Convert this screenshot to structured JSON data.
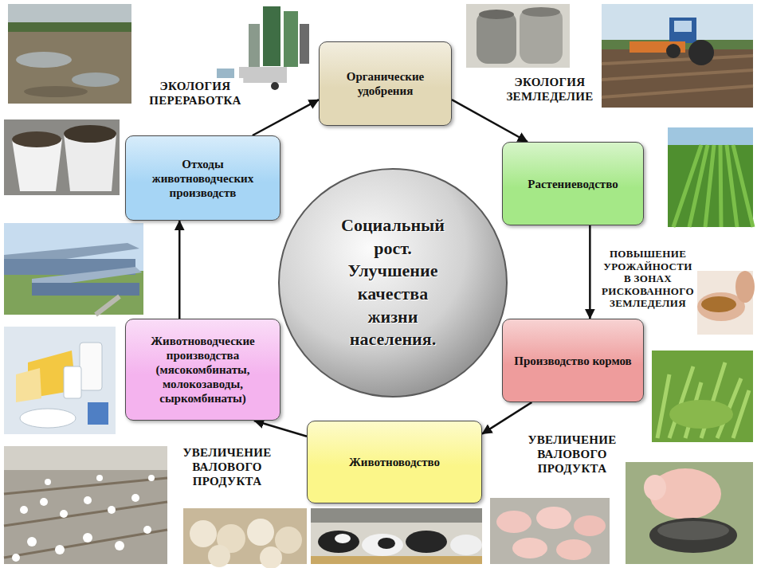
{
  "diagram": {
    "nodes": [
      {
        "text": [
          "Органические удобрения"
        ]
      },
      {
        "text": [
          "Отходы животноводческих производств"
        ]
      },
      {
        "text": [
          "Растениеводство"
        ]
      },
      {
        "text": [
          "Социальный рост. Улучшение качества жизни населения."
        ]
      },
      {
        "text": [
          "Животноводческие производства (мясокомбинаты, молокозаводы, сыркомбинаты)"
        ]
      },
      {
        "text": [
          "Производство кормов"
        ]
      },
      {
        "text": [
          "Животноводство"
        ]
      }
    ],
    "edges": [
      {
        "from": 1,
        "to": 0,
        "arrow": "to",
        "label": "ЭКОЛОГИЯ ПЕРЕРАБОТКА"
      },
      {
        "from": 0,
        "to": 2,
        "arrow": "to",
        "label": "ЭКОЛОГИЯ ЗЕМЛЕДЕЛИЕ"
      },
      {
        "from": 2,
        "to": 5,
        "arrow": "to",
        "label": "ПОВЫШЕНИЕ УРОЖАЙНОСТИ В ЗОНАХ РИСКОВАННОГО ЗЕМЛЕДЕЛИЯ"
      },
      {
        "from": 5,
        "to": 6,
        "arrow": "to",
        "label": "УВЕЛИЧЕНИЕ ВАЛОВОГО ПРОДУКТА"
      },
      {
        "from": 6,
        "to": 4,
        "arrow": "to",
        "label": "УВЕЛИЧЕНИЕ ВАЛОВОГО ПРОДУКТА"
      },
      {
        "from": 4,
        "to": 1,
        "arrow": "to"
      }
    ]
  }
}
